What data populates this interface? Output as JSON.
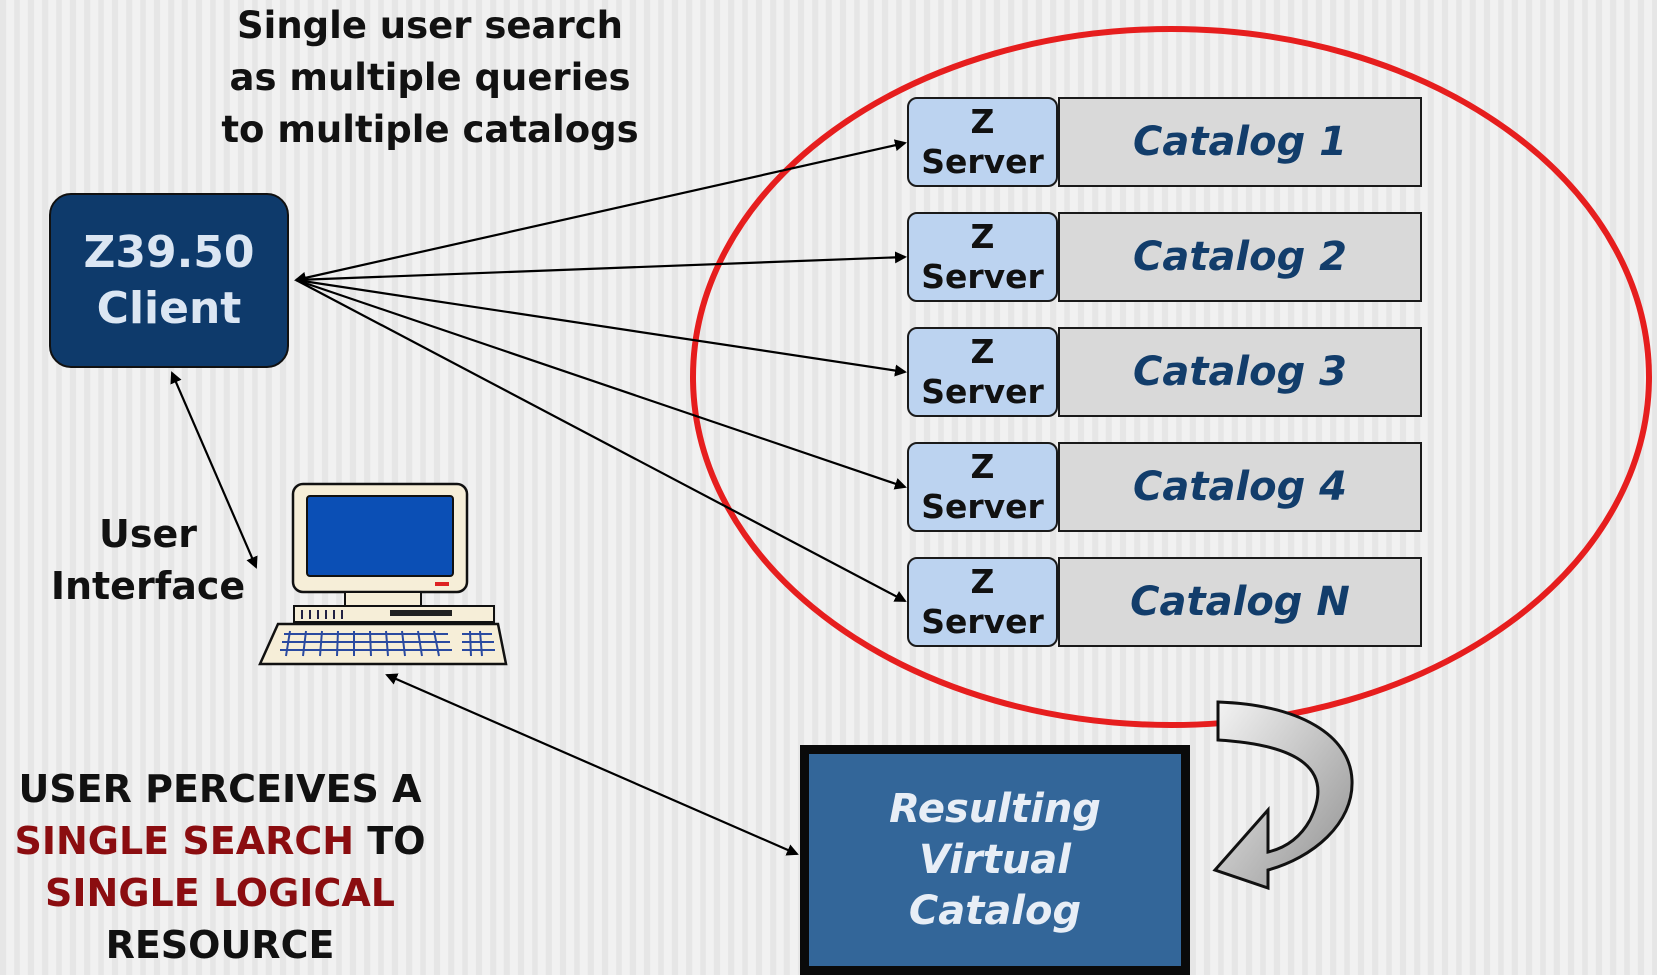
{
  "caption": {
    "lines": [
      "Single user search",
      "as multiple queries",
      "to multiple catalogs"
    ]
  },
  "client": {
    "line1": "Z39.50",
    "line2": "Client"
  },
  "user_interface": {
    "line1": "User",
    "line2": "Interface"
  },
  "servers": [
    {
      "z": "Z",
      "server": "Server",
      "catalog": "Catalog 1"
    },
    {
      "z": "Z",
      "server": "Server",
      "catalog": "Catalog 2"
    },
    {
      "z": "Z",
      "server": "Server",
      "catalog": "Catalog 3"
    },
    {
      "z": "Z",
      "server": "Server",
      "catalog": "Catalog 4"
    },
    {
      "z": "Z",
      "server": "Server",
      "catalog": "Catalog N"
    }
  ],
  "virtual_catalog": {
    "lines": [
      "Resulting",
      "Virtual",
      "Catalog"
    ]
  },
  "bottom_text": {
    "line1": "USER PERCEIVES A",
    "line2_red": "SINGLE SEARCH",
    "line2_black": " TO",
    "line3_red": "SINGLE LOGICAL",
    "line4": "RESOURCE"
  },
  "colors": {
    "client_fill": "#0e3a6b",
    "server_fill": "#bcd3f0",
    "catalog_fill": "#d9d9d9",
    "catalog_text": "#123d6b",
    "ellipse_stroke": "#e61e1e",
    "virtual_fill": "#336699",
    "emphasis_red": "#8b0d10"
  },
  "icons": [
    "computer-icon",
    "curved-arrow-icon"
  ]
}
